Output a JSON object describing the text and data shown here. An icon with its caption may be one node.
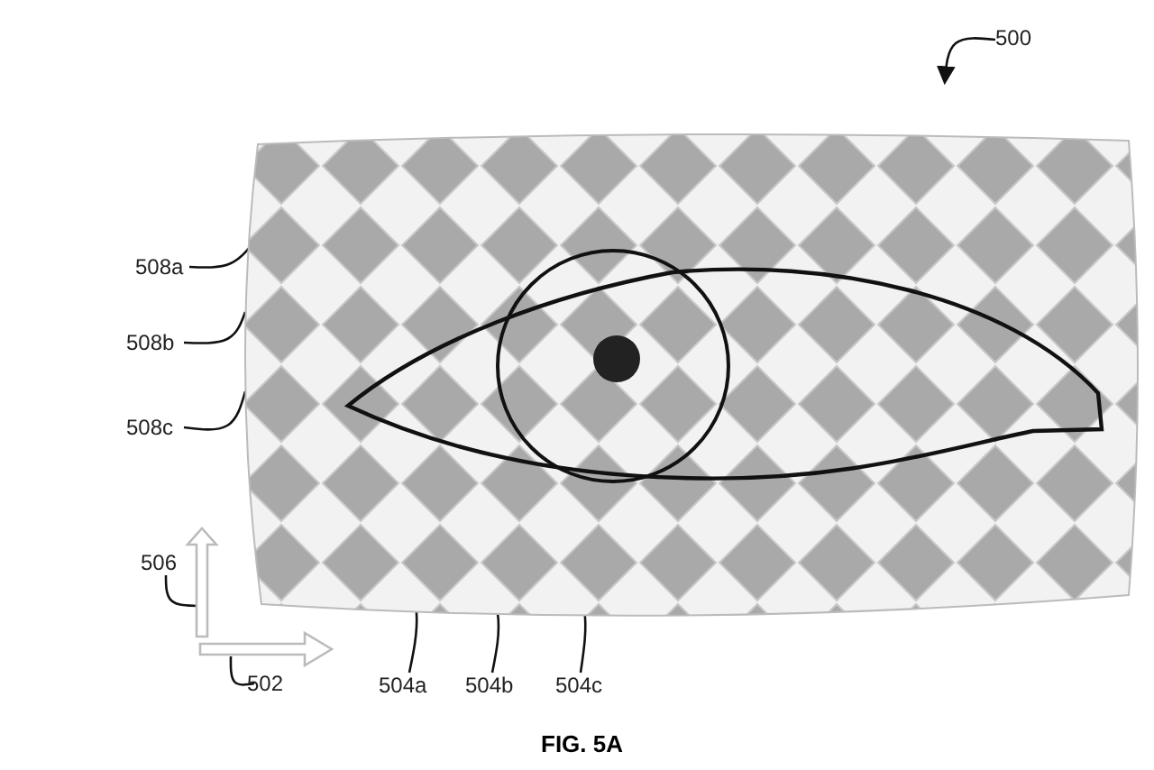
{
  "diagram": {
    "caption": "FIG. 5A",
    "nodes": [
      {
        "text": [
          "500"
        ]
      },
      {
        "text": [],
        "shape": "picture"
      },
      {
        "text": [
          "508a"
        ]
      },
      {
        "text": [
          "508b"
        ]
      },
      {
        "text": [
          "508c"
        ]
      },
      {
        "text": [
          "506"
        ]
      },
      {
        "text": [],
        "shape": "arrow"
      },
      {
        "text": [],
        "shape": "arrow"
      },
      {
        "text": [
          "502"
        ]
      },
      {
        "text": [
          "504a"
        ]
      },
      {
        "text": [
          "504b"
        ]
      },
      {
        "text": [
          "504c"
        ]
      }
    ],
    "edges": [
      {
        "from": 0,
        "to": null,
        "arrow": "to"
      },
      {
        "from": 2,
        "to": 1,
        "arrow": "none"
      },
      {
        "from": 3,
        "to": 1,
        "arrow": "none"
      },
      {
        "from": 4,
        "to": 1,
        "arrow": "none"
      },
      {
        "from": 5,
        "to": 6,
        "arrow": "none"
      },
      {
        "from": 8,
        "to": 7,
        "arrow": "none"
      },
      {
        "from": 9,
        "to": 1,
        "arrow": "none"
      },
      {
        "from": 10,
        "to": 1,
        "arrow": "none"
      },
      {
        "from": 11,
        "to": 1,
        "arrow": "none"
      }
    ]
  }
}
